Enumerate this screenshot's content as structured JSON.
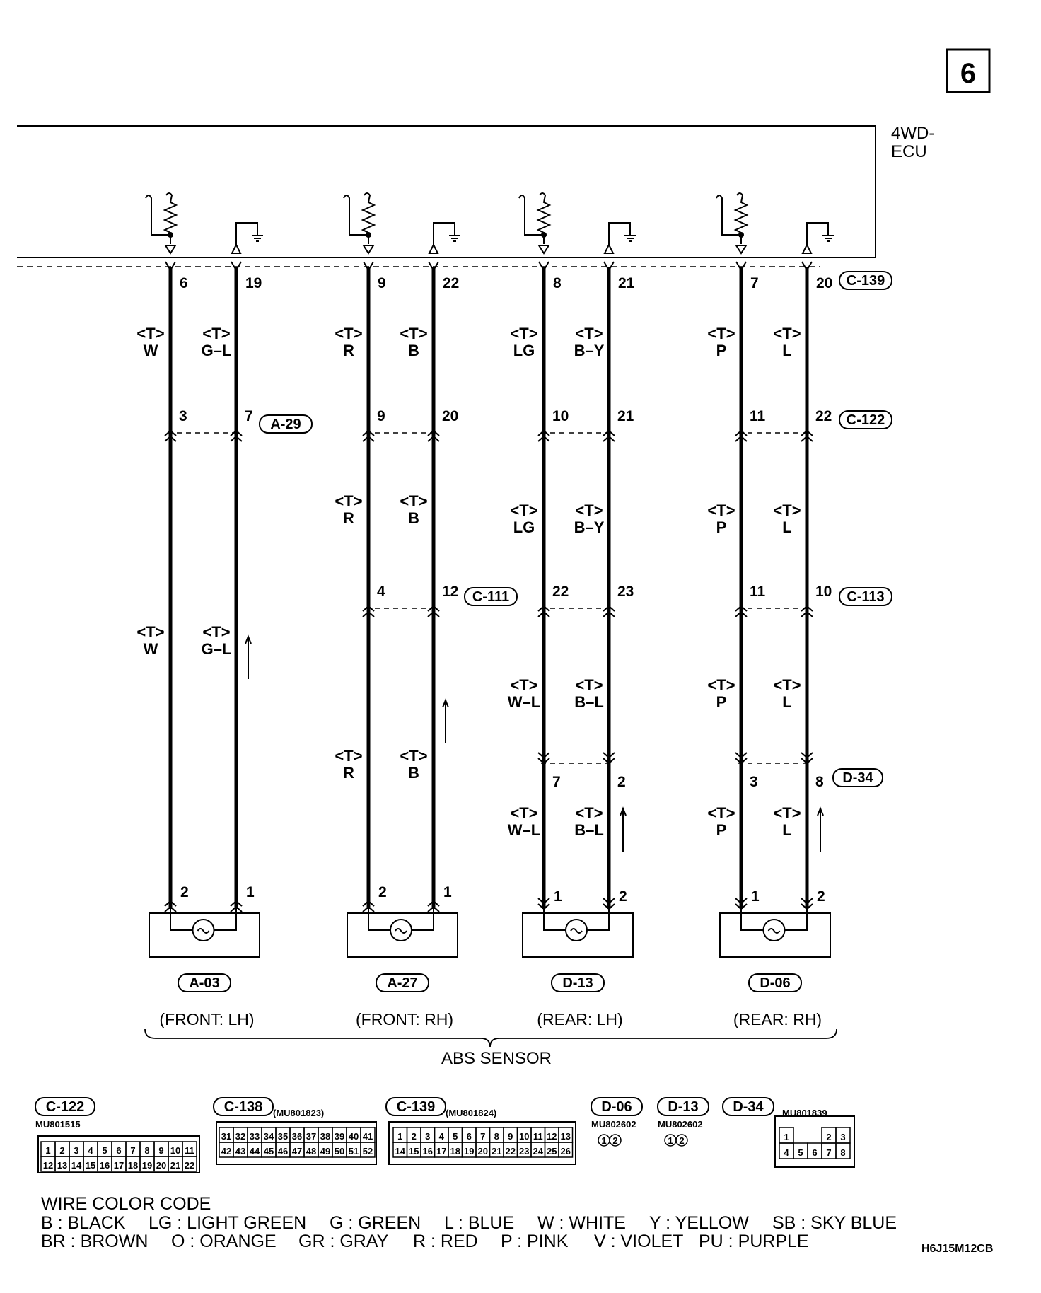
{
  "page_marker": "6",
  "ecu_label": [
    "4WD-",
    "ECU"
  ],
  "ecu_connector": "C-139",
  "circuits": [
    {
      "id": "front-lh",
      "wires": [
        {
          "ecu_pin": "6",
          "j1_pin": "3",
          "sensor_pin": "2",
          "colors": [
            "W",
            "W"
          ]
        },
        {
          "ecu_pin": "19",
          "j1_pin": "7",
          "sensor_pin": "1",
          "colors": [
            "G–L",
            "G–L"
          ]
        }
      ],
      "j1_connector": "A-29",
      "sensor_connector": "A-03",
      "position": "(FRONT: LH)"
    },
    {
      "id": "front-rh",
      "wires": [
        {
          "ecu_pin": "9",
          "j1_pin": "9",
          "j2_pin": "4",
          "sensor_pin": "2",
          "colors": [
            "R",
            "R",
            "R"
          ]
        },
        {
          "ecu_pin": "22",
          "j1_pin": "20",
          "j2_pin": "12",
          "sensor_pin": "1",
          "colors": [
            "B",
            "B",
            "B"
          ]
        }
      ],
      "sensor_connector": "A-27",
      "position": "(FRONT: RH)"
    },
    {
      "id": "rear-lh",
      "wires": [
        {
          "ecu_pin": "8",
          "j1_pin": "10",
          "j2_pin": "22",
          "j3_pin": "7",
          "sensor_pin": "1",
          "colors": [
            "LG",
            "LG",
            "W–L",
            "W–L"
          ]
        },
        {
          "ecu_pin": "21",
          "j1_pin": "21",
          "j2_pin": "23",
          "j3_pin": "2",
          "sensor_pin": "2",
          "colors": [
            "B–Y",
            "B–Y",
            "B–L",
            "B–L"
          ]
        }
      ],
      "sensor_connector": "D-13",
      "position": "(REAR: LH)"
    },
    {
      "id": "rear-rh",
      "wires": [
        {
          "ecu_pin": "7",
          "j1_pin": "11",
          "j2_pin": "11",
          "j3_pin": "3",
          "sensor_pin": "1",
          "colors": [
            "P",
            "P",
            "P",
            "P"
          ]
        },
        {
          "ecu_pin": "20",
          "j1_pin": "22",
          "j2_pin": "10",
          "j3_pin": "8",
          "sensor_pin": "2",
          "colors": [
            "L",
            "L",
            "L",
            "L"
          ]
        }
      ],
      "sensor_connector": "D-06",
      "position": "(REAR: RH)"
    }
  ],
  "junction_connectors": {
    "j1": "C-122",
    "j2_left": "C-111",
    "j2_right": "C-113",
    "j3": "D-34"
  },
  "shield_tag": "T",
  "sensor_group_label": "ABS SENSOR",
  "connector_views": [
    {
      "name": "C-122",
      "part": "MU801515",
      "rows": [
        [
          "1",
          "2",
          "3",
          "4",
          "5",
          "6",
          "7",
          "8",
          "9",
          "10",
          "11"
        ],
        [
          "12",
          "13",
          "14",
          "15",
          "16",
          "17",
          "18",
          "19",
          "20",
          "21",
          "22"
        ]
      ]
    },
    {
      "name": "C-138",
      "part": "(MU801823)",
      "rows": [
        [
          "31",
          "32",
          "33",
          "34",
          "35",
          "36",
          "37",
          "38",
          "39",
          "40",
          "41"
        ],
        [
          "42",
          "43",
          "44",
          "45",
          "46",
          "47",
          "48",
          "49",
          "50",
          "51",
          "52"
        ]
      ]
    },
    {
      "name": "C-139",
      "part": "(MU801824)",
      "rows": [
        [
          "1",
          "2",
          "3",
          "4",
          "5",
          "6",
          "7",
          "8",
          "9",
          "10",
          "11",
          "12",
          "13"
        ],
        [
          "14",
          "15",
          "16",
          "17",
          "18",
          "19",
          "20",
          "21",
          "22",
          "23",
          "24",
          "25",
          "26"
        ]
      ]
    },
    {
      "name": "D-06",
      "part": "MU802602",
      "pins": [
        "1",
        "2"
      ]
    },
    {
      "name": "D-13",
      "part": "MU802602",
      "pins": [
        "1",
        "2"
      ]
    },
    {
      "name": "D-34",
      "part": "MU801839",
      "rows": [
        [
          "1",
          "",
          "2",
          "3"
        ],
        [
          "4",
          "5",
          "6",
          "7",
          "8"
        ]
      ]
    }
  ],
  "wire_color_code": {
    "title": "WIRE COLOR CODE",
    "line1": [
      "B : BLACK",
      "LG : LIGHT GREEN",
      "G : GREEN",
      "L : BLUE",
      "W : WHITE",
      "Y : YELLOW",
      "SB : SKY BLUE"
    ],
    "line2": [
      "BR : BROWN",
      "O : ORANGE",
      "GR : GRAY",
      "R : RED",
      "P : PINK",
      "V : VIOLET",
      "PU : PURPLE"
    ]
  },
  "figure_code": "H6J15M12CB"
}
